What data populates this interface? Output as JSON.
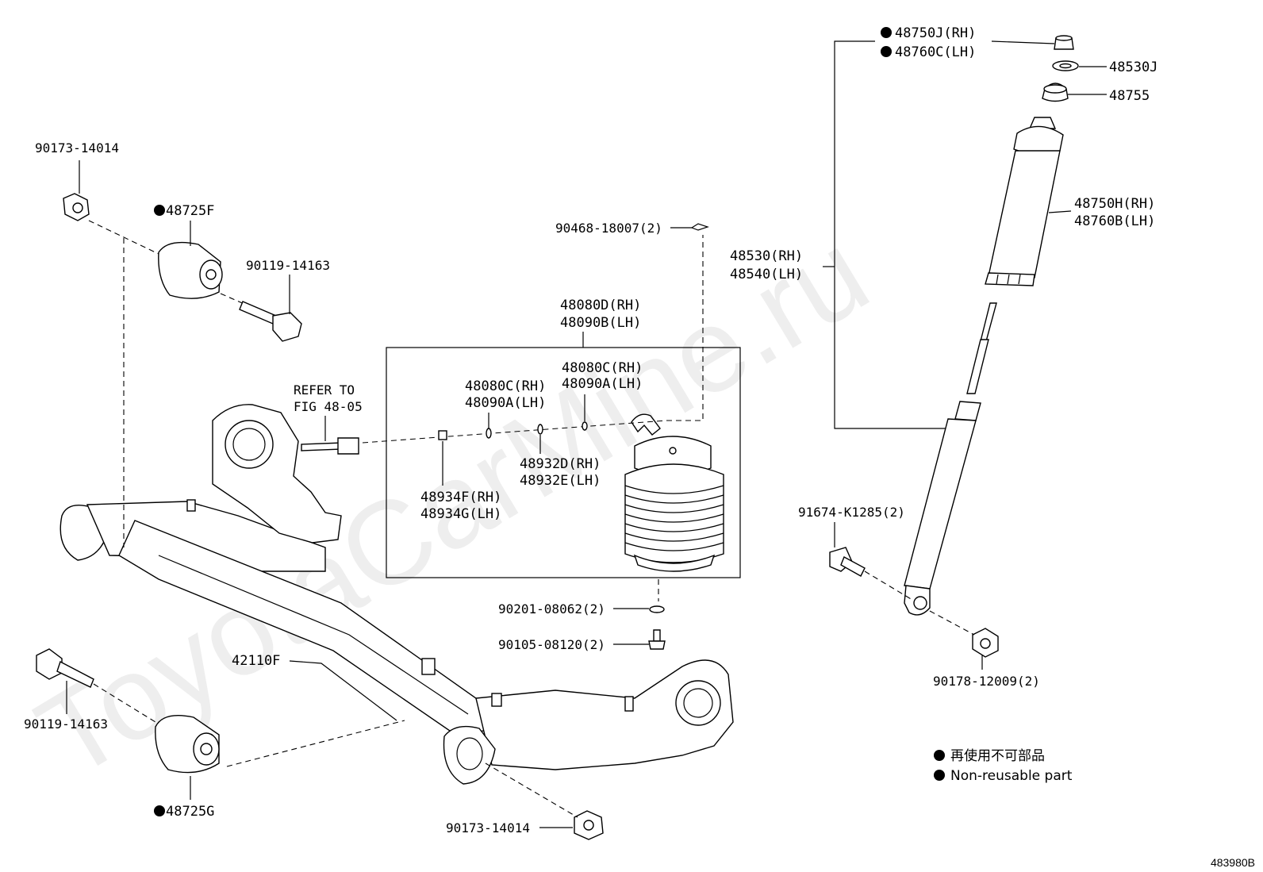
{
  "watermark": "ToyotaCarMine.ru",
  "diagram_code": "483980B",
  "labels": {
    "p48750J": "48750J(RH)",
    "p48760C": "48760C(LH)",
    "p48530J": "48530J",
    "p48755": "48755",
    "p48750H": "48750H(RH)",
    "p48760B": "48760B(LH)",
    "p48530": "48530(RH)",
    "p48540": "48540(LH)",
    "p90173_top": "90173-14014",
    "p48725F": "48725F",
    "p90119_top": "90119-14163",
    "p90468": "90468-18007(2)",
    "p48080D": "48080D(RH)",
    "p48090B": "48090B(LH)",
    "p48080C_r": "48080C(RH)",
    "p48090A_r": "48090A(LH)",
    "p48080C_l": "48080C(RH)",
    "p48090A_l": "48090A(LH)",
    "refer1": "REFER TO",
    "refer2": "FIG 48-05",
    "p48932D": "48932D(RH)",
    "p48932E": "48932E(LH)",
    "p48934F": "48934F(RH)",
    "p48934G": "48934G(LH)",
    "p91674": "91674-K1285(2)",
    "p90201": "90201-08062(2)",
    "p90105": "90105-08120(2)",
    "p42110F": "42110F",
    "p90119_bot": "90119-14163",
    "p90178": "90178-12009(2)",
    "p48725G": "48725G",
    "p90173_bot": "90173-14014"
  },
  "legend": {
    "jp": "再使用不可部品",
    "en": "Non-reusable part"
  }
}
